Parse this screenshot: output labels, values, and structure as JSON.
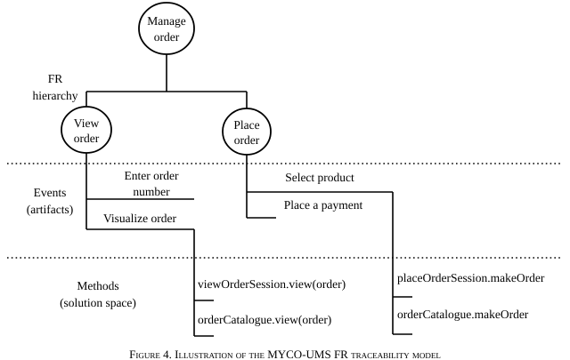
{
  "figure": {
    "caption": "Figure 4. Illustration of the MYCO-UMS FR traceability model",
    "background_color": "#ffffff",
    "line_color": "#000000"
  },
  "bands": [
    {
      "id": "fr-hierarchy",
      "label_line1": "FR",
      "label_line2": "hierarchy"
    },
    {
      "id": "events",
      "label_line1": "Events",
      "label_line2": "(artifacts)"
    },
    {
      "id": "methods",
      "label_line1": "Methods",
      "label_line2": "(solution space)"
    }
  ],
  "nodes": [
    {
      "id": "manage-order",
      "line1": "Manage",
      "line2": "order",
      "shape": "ellipse"
    },
    {
      "id": "view-order",
      "line1": "View",
      "line2": "order",
      "shape": "ellipse"
    },
    {
      "id": "place-order",
      "line1": "Place",
      "line2": "order",
      "shape": "ellipse"
    }
  ],
  "events": {
    "view_order": [
      {
        "id": "enter-order-number",
        "line1": "Enter order",
        "line2": "number"
      },
      {
        "id": "visualize-order",
        "line1": "Visualize order",
        "line2": ""
      }
    ],
    "place_order": [
      {
        "id": "select-product",
        "line1": "Select product",
        "line2": ""
      },
      {
        "id": "place-a-payment",
        "line1": "Place a payment",
        "line2": ""
      }
    ]
  },
  "methods": {
    "view_order": [
      {
        "id": "view-order-session-view",
        "text": "viewOrderSession.view(order)"
      },
      {
        "id": "order-catalogue-view",
        "text": "orderCatalogue.view(order)"
      }
    ],
    "place_order": [
      {
        "id": "place-order-session-make-order",
        "text": "placeOrderSession.makeOrder"
      },
      {
        "id": "order-catalogue-make-order",
        "text": "orderCatalogue.makeOrder"
      }
    ]
  }
}
